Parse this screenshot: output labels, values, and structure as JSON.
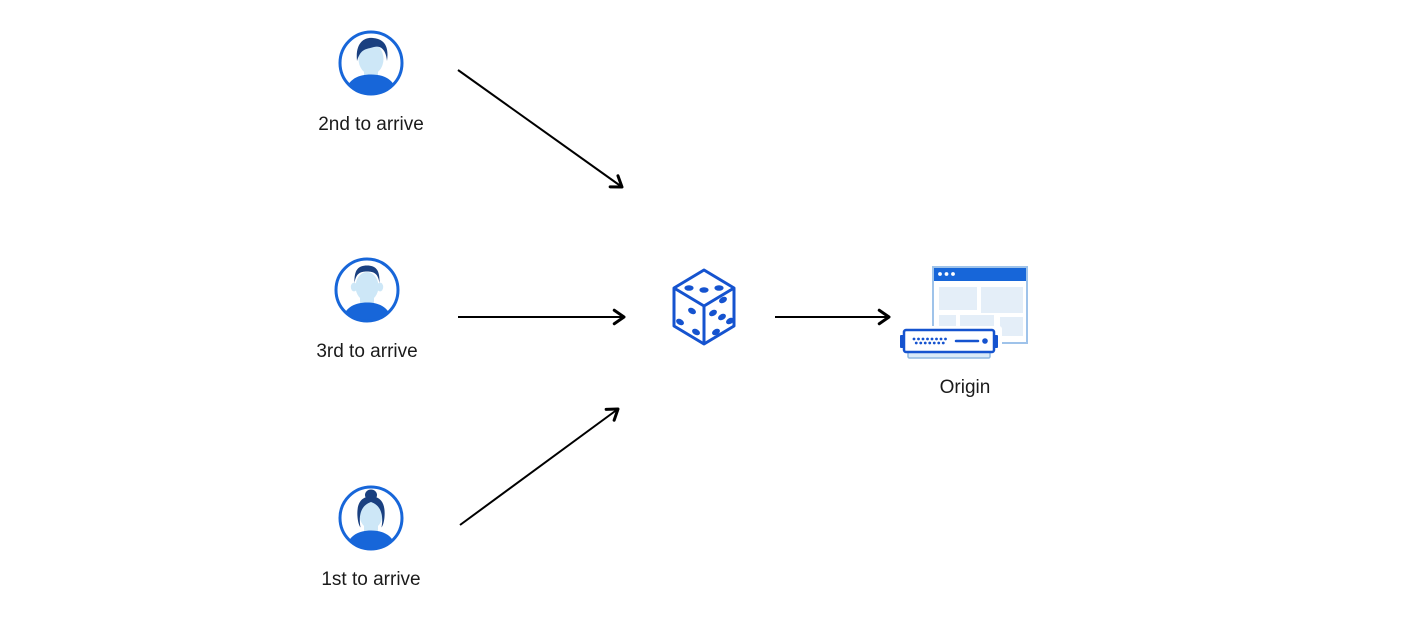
{
  "diagram": {
    "nodes": {
      "visitor_top": {
        "label": "2nd to arrive",
        "icon": "user-male-avatar-icon"
      },
      "visitor_middle": {
        "label": "3rd to arrive",
        "icon": "user-male-avatar-icon"
      },
      "visitor_bottom": {
        "label": "1st to arrive",
        "icon": "user-female-avatar-icon"
      },
      "randomizer": {
        "icon": "dice-icon"
      },
      "origin": {
        "label": "Origin",
        "icon": "origin-server-browser-icon"
      }
    },
    "edges": [
      {
        "from": "visitor_top",
        "to": "randomizer"
      },
      {
        "from": "visitor_middle",
        "to": "randomizer"
      },
      {
        "from": "visitor_bottom",
        "to": "randomizer"
      },
      {
        "from": "randomizer",
        "to": "origin"
      }
    ],
    "colors": {
      "brand_blue": "#1766d9",
      "dice_blue": "#1553cf",
      "hair_navy": "#1a4080",
      "face_light_blue": "#cde7f7",
      "panel_light_blue": "#e4eef8",
      "window_border_blue": "#9fc3ea",
      "arrow_black": "#000000",
      "label_text": "#1b1b1b"
    }
  }
}
